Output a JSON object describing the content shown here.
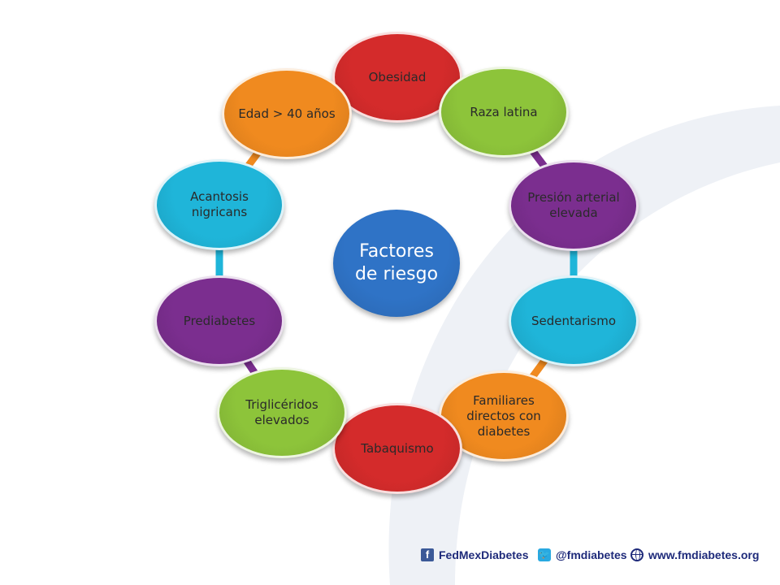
{
  "diagram": {
    "center": {
      "label": "Factores de riesgo",
      "color": "#2f73c6"
    },
    "nodes": [
      {
        "label": "Obesidad",
        "color": "#d42b2b"
      },
      {
        "label": "Raza latina",
        "color": "#8dc43a"
      },
      {
        "label": "Presión arterial elevada",
        "color": "#7b2e8f"
      },
      {
        "label": "Sedentarismo",
        "color": "#1fb5d9"
      },
      {
        "label": "Familiares directos con diabetes",
        "color": "#f08a1f"
      },
      {
        "label": "Tabaquismo",
        "color": "#d42b2b"
      },
      {
        "label": "Triglicéridos elevados",
        "color": "#8dc43a"
      },
      {
        "label": "Prediabetes",
        "color": "#7b2e8f"
      },
      {
        "label": "Acantosis nigricans",
        "color": "#1fb5d9"
      },
      {
        "label": "Edad > 40 años",
        "color": "#f08a1f"
      }
    ]
  },
  "footer": {
    "facebook": "FedMexDiabetes",
    "twitter": "@fmdiabetes",
    "website": "www.fmdiabetes.org"
  },
  "colors": {
    "background_arc": "#eef1f6",
    "footer_text": "#1e2a7a"
  }
}
